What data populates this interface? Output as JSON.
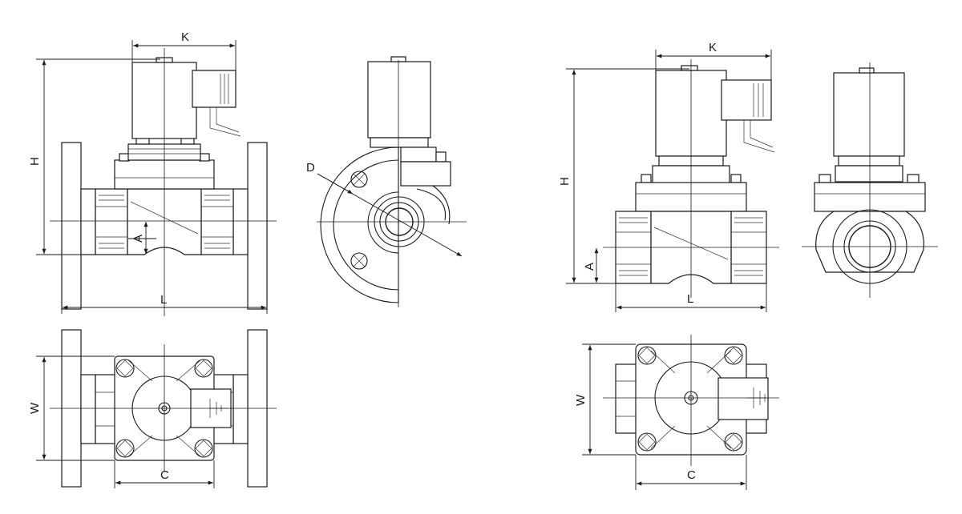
{
  "labels": {
    "K": "K",
    "H": "H",
    "A": "A",
    "L": "L",
    "D": "D",
    "W": "W",
    "C": "C"
  },
  "colors": {
    "line": "#1a1a1a",
    "background": "#ffffff"
  }
}
